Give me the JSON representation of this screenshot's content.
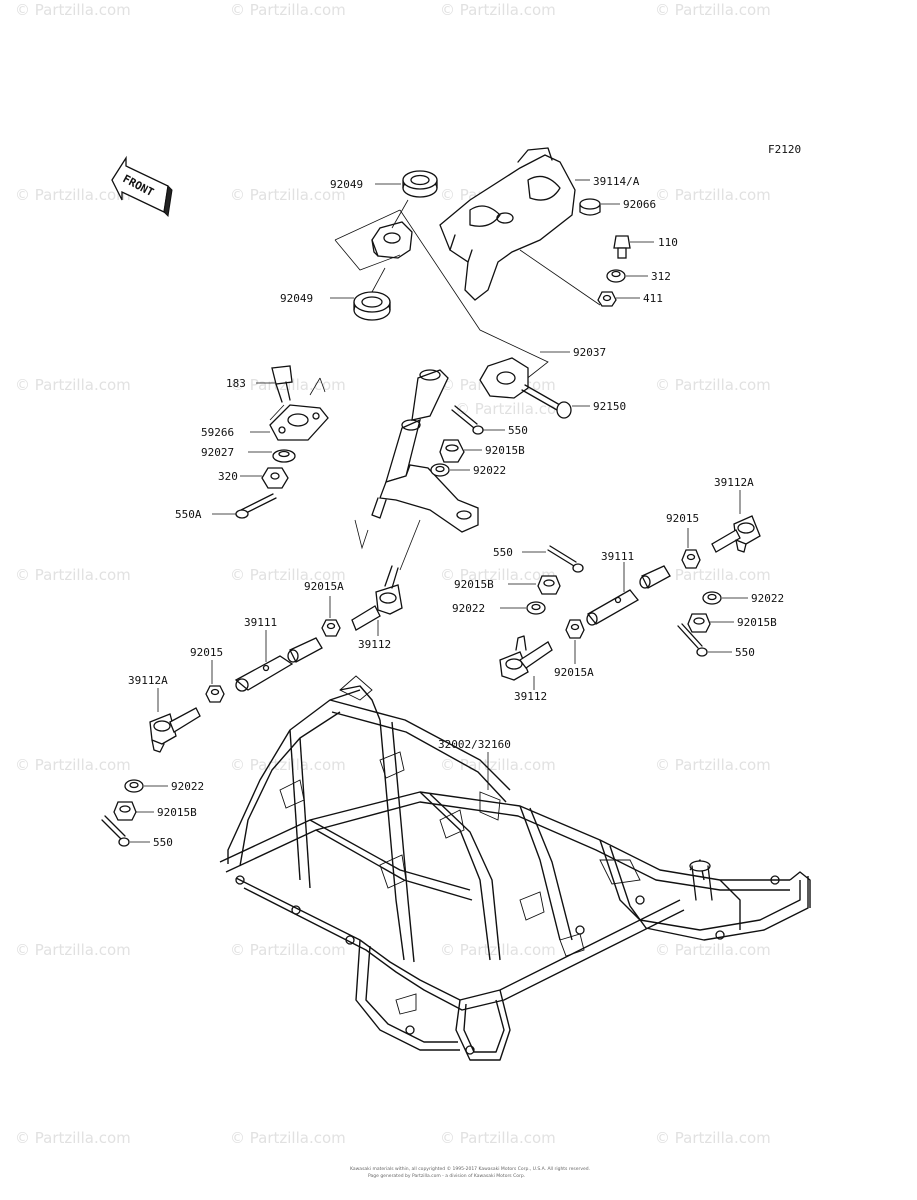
{
  "figure_code": "F2120",
  "front_label": "FRONT",
  "watermark": "© Partzilla.com",
  "footer": {
    "line1": "Kawasaki materials within, all copyrighted © 1995-2017 Kawasaki Motors Corp., U.S.A. All rights reserved.",
    "line2": "Page generated by Partzilla.com - a division of Kawasaki Motors Corp."
  },
  "labels": {
    "l92049a": "92049",
    "l39114a": "39114/A",
    "l92066": "92066",
    "l110": "110",
    "l312": "312",
    "l411": "411",
    "l92049b": "92049",
    "l92037": "92037",
    "l183": "183",
    "l92150": "92150",
    "l59266": "59266",
    "l550a": "550",
    "l92027": "92027",
    "l92015Ba": "92015B",
    "l320": "320",
    "l92022a": "92022",
    "l39112Aa": "39112A",
    "l550Aa": "550A",
    "l92015a": "92015",
    "l550b": "550",
    "l39111a": "39111",
    "l92015Aa": "92015A",
    "l92015Bb": "92015B",
    "l92022b": "92022",
    "l92022c": "92022",
    "l39112a": "39112",
    "l92015Bc": "92015B",
    "l39111b": "39111",
    "l550c": "550",
    "l92015b": "92015",
    "l92015Ab": "92015A",
    "l39112Ab": "39112A",
    "l39112b": "39112",
    "l32002": "32002/32160",
    "l92022d": "92022",
    "l92015Bd": "92015B",
    "l550d": "550"
  }
}
